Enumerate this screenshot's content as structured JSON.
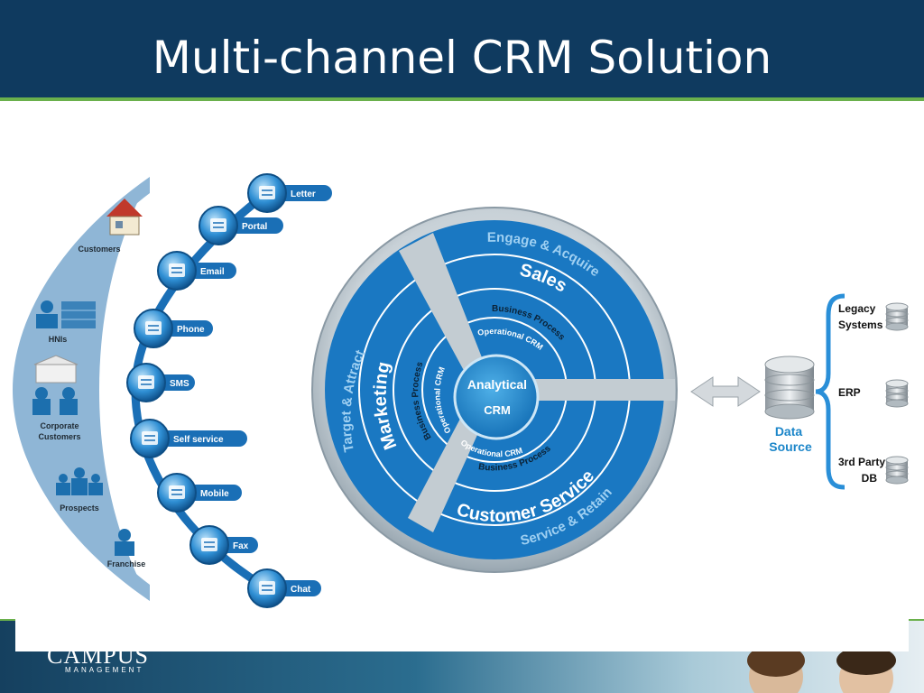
{
  "slide": {
    "title": "Multi-channel CRM Solution"
  },
  "customers": [
    {
      "label": "Customers",
      "icon": "house-icon"
    },
    {
      "label": "HNIs",
      "icon": "people-building-icon"
    },
    {
      "label": "Corporate\nCustomers",
      "icon": "corporate-building-icon"
    },
    {
      "label": "Prospects",
      "icon": "group-people-icon"
    },
    {
      "label": "Franchise",
      "icon": "person-icon"
    }
  ],
  "channels": [
    {
      "label": "Letter",
      "icon": "letter-icon"
    },
    {
      "label": "Portal",
      "icon": "portal-icon"
    },
    {
      "label": "Email",
      "icon": "email-icon"
    },
    {
      "label": "Phone",
      "icon": "phone-icon"
    },
    {
      "label": "SMS",
      "icon": "sms-icon"
    },
    {
      "label": "Self service",
      "icon": "help-screen-icon"
    },
    {
      "label": "Mobile",
      "icon": "mobile-icon"
    },
    {
      "label": "Fax",
      "icon": "fax-icon"
    },
    {
      "label": "Chat",
      "icon": "chat-icon"
    }
  ],
  "wheel": {
    "center_line1": "Analytical",
    "center_line2": "CRM",
    "outer_top": "Engage & Acquire",
    "outer_left": "Target & Attract",
    "outer_bottom": "Service & Retain",
    "segment_sales": "Sales",
    "segment_marketing": "Marketing",
    "segment_service": "Customer Service",
    "business_process": "Business Process",
    "operational_crm": "Operational CRM"
  },
  "data_source": {
    "label_line1": "Data",
    "label_line2": "Source",
    "sources": [
      {
        "label_line1": "Legacy",
        "label_line2": "Systems"
      },
      {
        "label_line1": "ERP",
        "label_line2": ""
      },
      {
        "label_line1": "3rd Party",
        "label_line2": "DB"
      }
    ]
  },
  "footer": {
    "logo": "CAMPUS",
    "logo_sub": "MANAGEMENT"
  },
  "colors": {
    "header": "#0f3a5f",
    "accent_green": "#6ab04c",
    "wheel_blue": "#1a78c2",
    "light_blue": "#7fb3d9",
    "gray": "#b9c3ca"
  }
}
